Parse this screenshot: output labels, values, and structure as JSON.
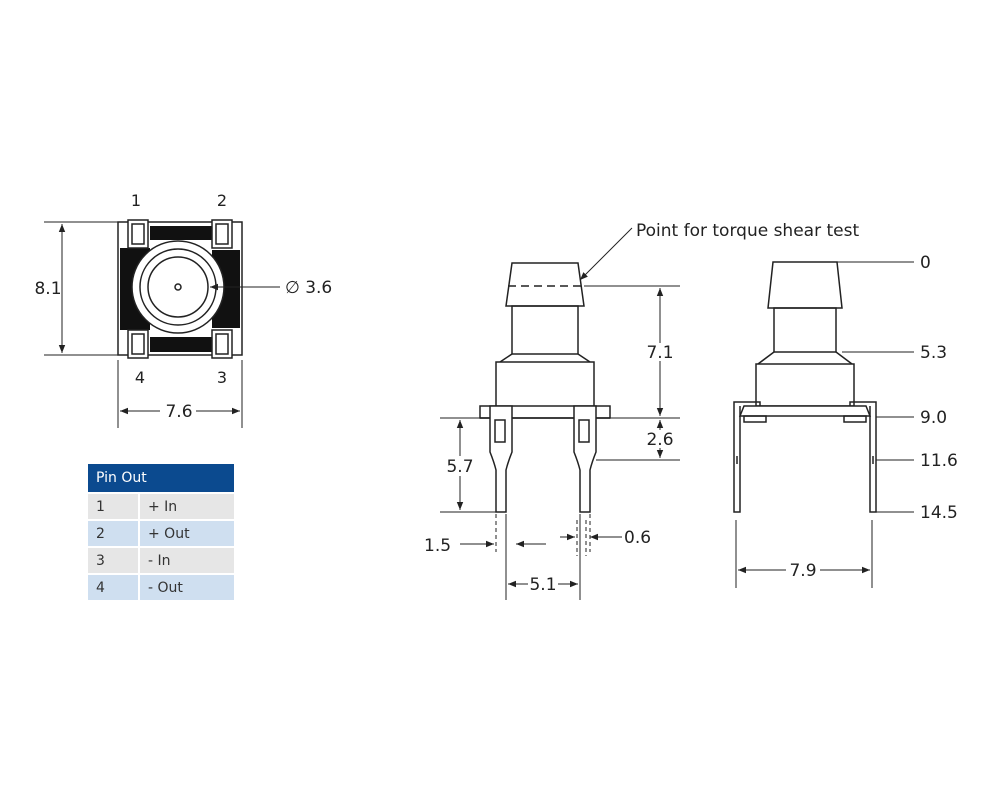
{
  "top_view": {
    "pin_labels": [
      "1",
      "2",
      "4",
      "3"
    ],
    "dim_height": "8.1",
    "dim_width": "7.6",
    "dim_diameter": "∅ 3.6"
  },
  "side_view": {
    "annotation": "Point for torque shear test",
    "dim_a": "7.1",
    "dim_b": "2.6",
    "dim_c": "5.7",
    "dim_d": "1.5",
    "dim_e": "0.6",
    "dim_f": "5.1"
  },
  "end_view": {
    "levels": [
      "0",
      "5.3",
      "9.0",
      "11.6",
      "14.5"
    ],
    "dim_width": "7.9"
  },
  "pin_table": {
    "title": "Pin Out",
    "rows": [
      {
        "num": "1",
        "func": "+ In"
      },
      {
        "num": "2",
        "func": "+ Out"
      },
      {
        "num": "3",
        "func": "- In"
      },
      {
        "num": "4",
        "func": "- Out"
      }
    ]
  }
}
